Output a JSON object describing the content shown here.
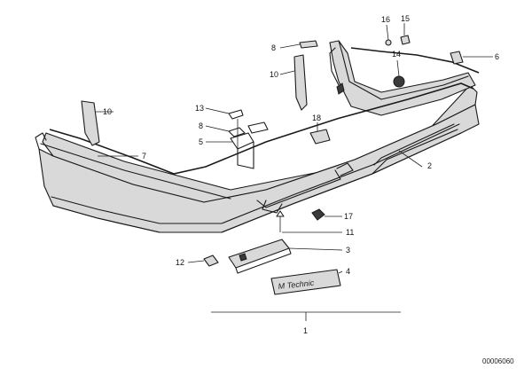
{
  "callouts": {
    "c1": "1",
    "c2": "2",
    "c3": "3",
    "c4": "4",
    "c5": "5",
    "c6": "6",
    "c7": "7",
    "c8a": "8",
    "c8b": "8",
    "c10a": "10",
    "c10b": "10",
    "c11": "11",
    "c12": "12",
    "c13": "13",
    "c14": "14",
    "c15": "15",
    "c16": "16",
    "c17": "17",
    "c18": "18"
  },
  "badge_text": "M Technic",
  "diagram_code": "00006060"
}
